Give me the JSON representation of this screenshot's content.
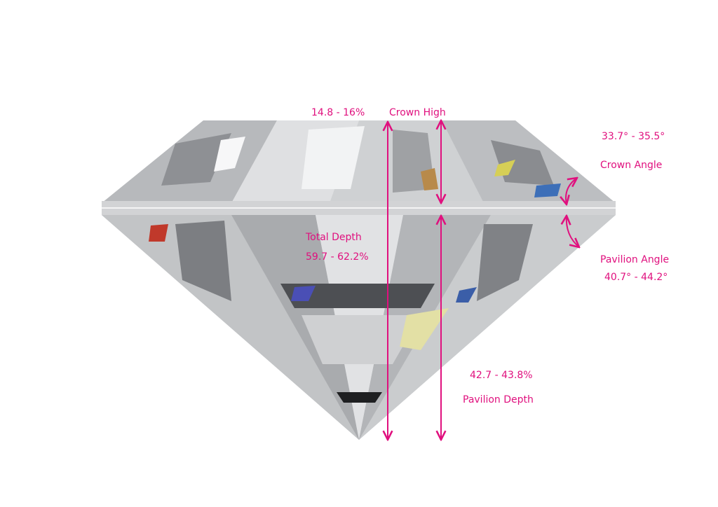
{
  "colors": {
    "annotation": "#e0107e"
  },
  "labels": {
    "crown_height_value": "14.8 - 16%",
    "crown_height_title": "Crown High",
    "crown_angle_value": "33.7° - 35.5°",
    "crown_angle_title": "Crown Angle",
    "total_depth_title": "Total Depth",
    "total_depth_value": "59.7 - 62.2%",
    "pavilion_angle_title": "Pavilion Angle",
    "pavilion_angle_value": "40.7° - 44.2°",
    "pavilion_depth_value": "42.7 - 43.8%",
    "pavilion_depth_title": "Pavilion Depth"
  }
}
